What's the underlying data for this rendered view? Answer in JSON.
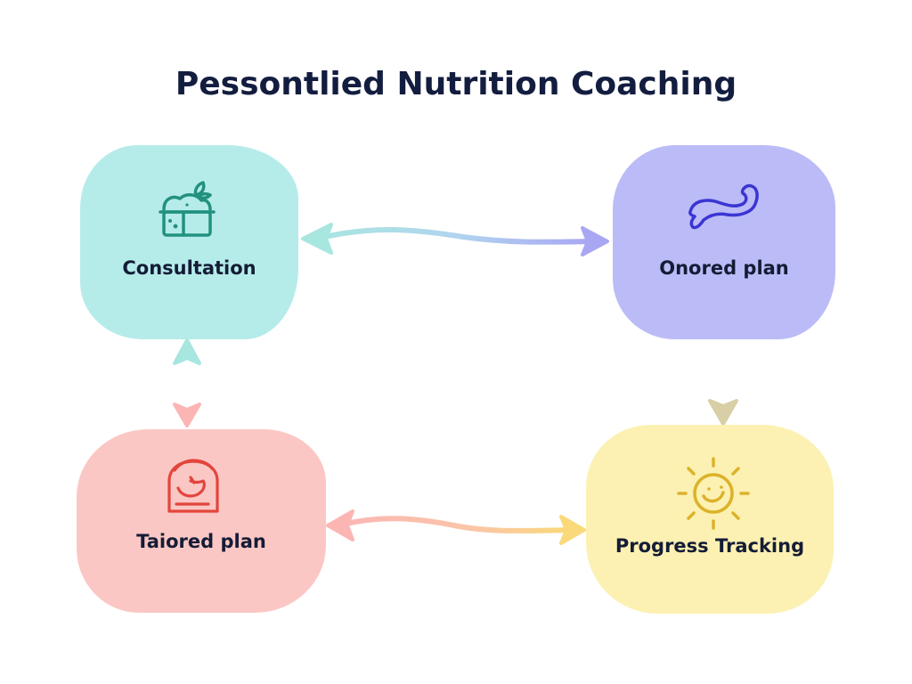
{
  "title": "Pessontlied Nutrition Coaching",
  "nodes": {
    "consultation": {
      "label": "Consultation",
      "icon": "food-basket-icon",
      "color": "#b5ecea",
      "icon_color": "#22917f"
    },
    "onored_plan": {
      "label": "Onored plan",
      "icon": "whale-icon",
      "color": "#bbbbf7",
      "icon_color": "#3a35d2"
    },
    "tailored_plan": {
      "label": "Taiored plan",
      "icon": "meal-dome-icon",
      "color": "#fbc7c4",
      "icon_color": "#e2453c"
    },
    "progress_tracking": {
      "label": "Progress Tracking",
      "icon": "smiling-sun-icon",
      "color": "#fcf1b2",
      "icon_color": "#dcb22a"
    }
  },
  "connections": [
    {
      "from": "consultation",
      "to": "onored_plan",
      "type": "bidirectional",
      "colors": [
        "#a8e6e0",
        "#a9a6f4"
      ]
    },
    {
      "from": "consultation",
      "to": "tailored_plan",
      "type": "bidirectional",
      "colors": [
        "#a8e6e0",
        "#fbb6b4"
      ]
    },
    {
      "from": "onored_plan",
      "to": "progress_tracking",
      "type": "directed",
      "colors": [
        "#b3b3f2",
        "#d8cfa6"
      ]
    },
    {
      "from": "tailored_plan",
      "to": "progress_tracking",
      "type": "bidirectional",
      "colors": [
        "#fbb6b4",
        "#f9d979"
      ]
    }
  ]
}
